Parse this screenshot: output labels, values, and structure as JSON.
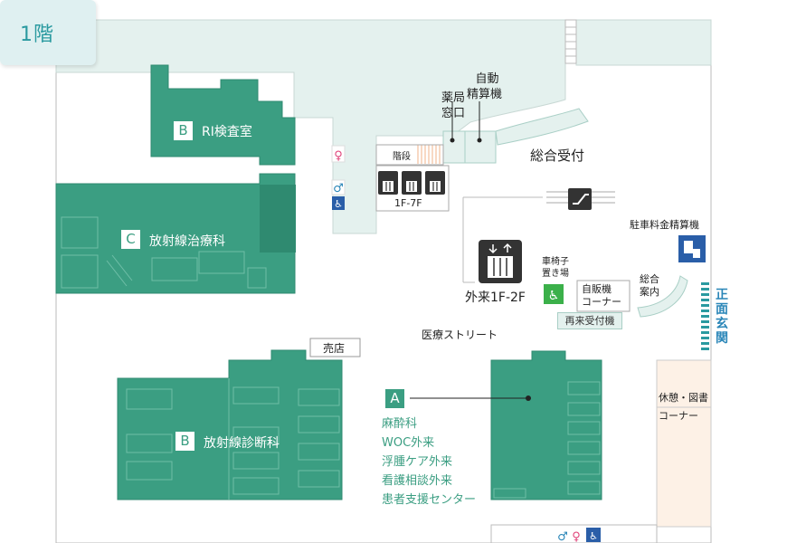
{
  "floor": "1階",
  "labels": {
    "ri": "RI検査室",
    "radio_therapy": "放射線治療科",
    "radio_diag": "放射線診断科",
    "pharmacy_line1": "薬局",
    "pharmacy_line2": "窓口",
    "auto_line1": "自動",
    "auto_line2": "精算機",
    "reception": "総合受付",
    "stairs": "階段",
    "elevator_range": "1F-7F",
    "outpatient_elevator": "外来1F-2F",
    "wheelchair_line1": "車椅子",
    "wheelchair_line2": "置き場",
    "vending_line1": "自販機",
    "vending_line2": "コーナー",
    "revisit": "再来受付機",
    "info_line1": "総合",
    "info_line2": "案内",
    "parking": "駐車料金精算機",
    "street": "医療ストリート",
    "shop": "売店",
    "rest_line1": "休憩・図書",
    "rest_line2": "コーナー",
    "main_entrance": "正面玄関"
  },
  "badges": {
    "b_ri": "B",
    "c": "C",
    "b_diag": "B",
    "a": "A"
  },
  "dept_a": [
    "麻酔科",
    "WOC外来",
    "浮腫ケア外来",
    "看護相談外来",
    "患者支援センター"
  ],
  "colors": {
    "green": "#3b9e82",
    "light": "#e4f1ee",
    "teal": "#2a9aa0",
    "blue": "#2a86b8"
  }
}
